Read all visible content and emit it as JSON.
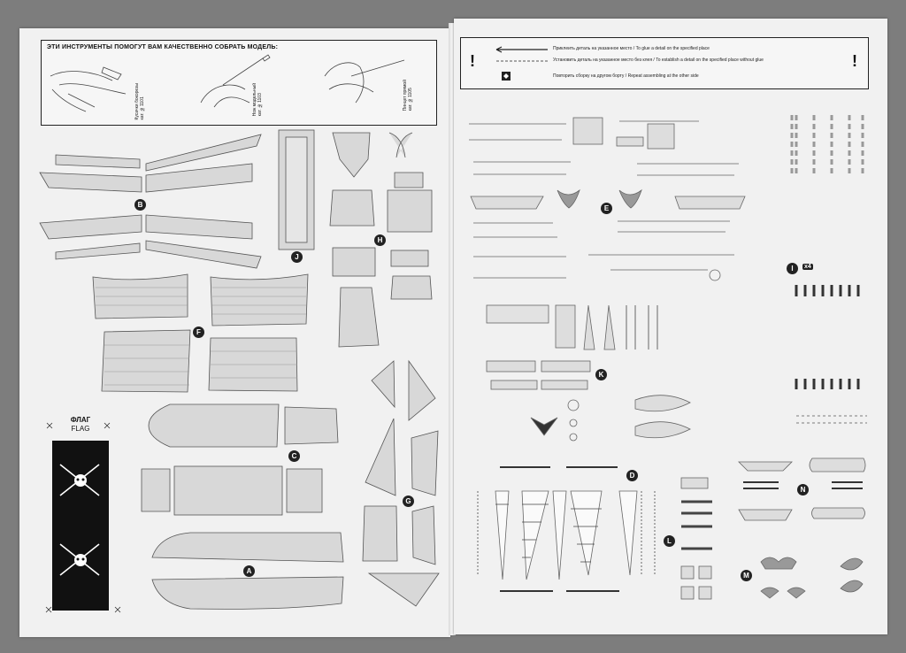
{
  "left_page": {
    "tools_title": "ЭТИ ИНСТРУМЕНТЫ ПОМОГУТ ВАМ КАЧЕСТВЕННО СОБРАТЬ МОДЕЛЬ:",
    "tools": [
      {
        "name": "Кусачки бокорезы",
        "code": "кат. №1101"
      },
      {
        "name": "Нож модельный",
        "code": "кат. №1103"
      },
      {
        "name": "Пинцет прямой",
        "code": "кат. №1105"
      }
    ],
    "flag_title_ru": "ФЛАГ",
    "flag_title_en": "FLAG",
    "sheets": [
      "B",
      "J",
      "H",
      "F",
      "C",
      "G",
      "A"
    ]
  },
  "right_page": {
    "legend": [
      {
        "ru": "Приклеить деталь на указанное место",
        "en": "To glue a detail on the specified place"
      },
      {
        "ru": "Установить деталь на указанное место без клея",
        "en": "To establish a detail on the specified place without glue"
      },
      {
        "ru": "Повторить сборку на другом борту",
        "en": "Repeat assembling at the other side"
      }
    ],
    "warning_mark": "!",
    "sheets": [
      "E",
      "I",
      "K",
      "D",
      "N",
      "L",
      "M"
    ],
    "repeat_badge": "x4"
  }
}
